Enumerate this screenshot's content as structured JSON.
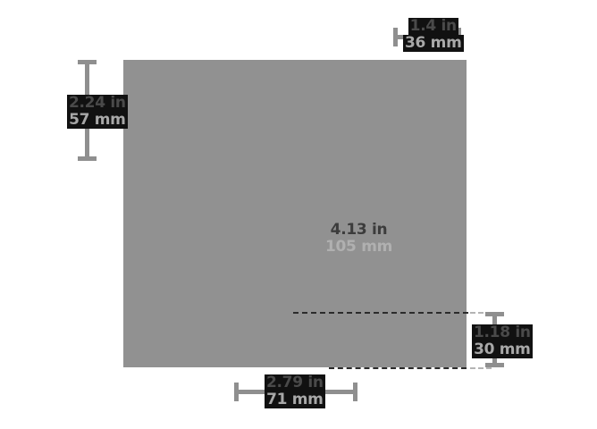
{
  "drawing": {
    "title": "Part dimension drawing",
    "background_color": "#ffffff",
    "part_color": "#919191",
    "dimension_line_color": "#8f8f8f",
    "leader_line_color": "#2b2b2b",
    "label_band_color": "#111111"
  },
  "dimensions": {
    "top": {
      "name": "top-width-dimension",
      "inches": "1.4 in",
      "millimeters": "36 mm"
    },
    "left": {
      "name": "left-height-dimension",
      "inches": "2.24 in",
      "millimeters": "57 mm"
    },
    "center": {
      "name": "center-overall-dimension",
      "inches": "4.13 in",
      "millimeters": "105 mm"
    },
    "right": {
      "name": "right-height-dimension",
      "inches": "1.18 in",
      "millimeters": "30 mm"
    },
    "bottom": {
      "name": "bottom-width-dimension",
      "inches": "2.79 in",
      "millimeters": "71 mm"
    }
  }
}
